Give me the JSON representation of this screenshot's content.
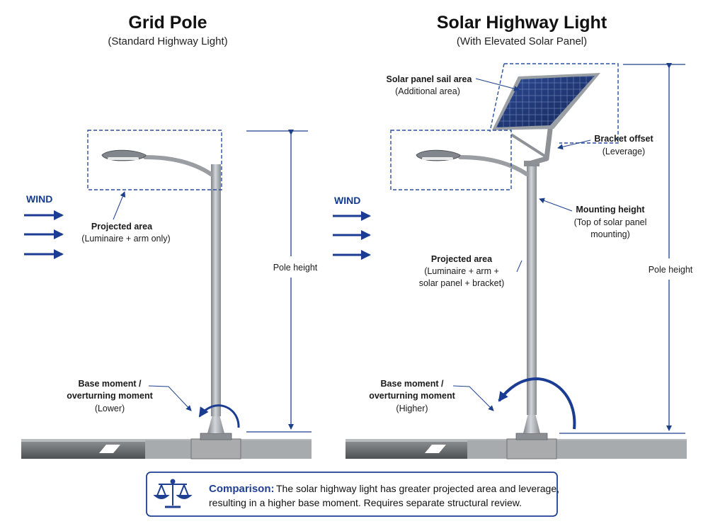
{
  "left": {
    "title": "Grid Pole",
    "subtitle": "(Standard Highway Light)",
    "wind": "WIND",
    "projected_area_label": "Projected area",
    "projected_area_note": "(Luminaire + arm only)",
    "pole_height": "Pole height",
    "base_moment_line1": "Base moment /",
    "base_moment_line2": "overturning moment",
    "base_moment_note": "(Lower)"
  },
  "right": {
    "title": "Solar Highway Light",
    "subtitle": "(With Elevated Solar Panel)",
    "wind": "WIND",
    "sail_label": "Solar panel sail area",
    "sail_note": "(Additional area)",
    "bracket_label": "Bracket offset",
    "bracket_note": "(Leverage)",
    "mounting_label": "Mounting height",
    "mounting_note1": "(Top of solar panel",
    "mounting_note2": "mounting)",
    "projected_area_label": "Projected area",
    "projected_area_note1": "(Luminaire + arm +",
    "projected_area_note2": "solar panel + bracket)",
    "pole_height": "Pole height",
    "base_moment_line1": "Base moment /",
    "base_moment_line2": "overturning moment",
    "base_moment_note": "(Higher)"
  },
  "comparison": {
    "heading": "Comparison:",
    "line1": "The solar highway light has greater projected area and leverage,",
    "line2": "resulting in a higher base moment. Requires separate structural review."
  },
  "colors": {
    "accent_blue": "#1f3f93",
    "pole_gray": "#a3a8ad",
    "panel_blue": "#1d3470"
  }
}
